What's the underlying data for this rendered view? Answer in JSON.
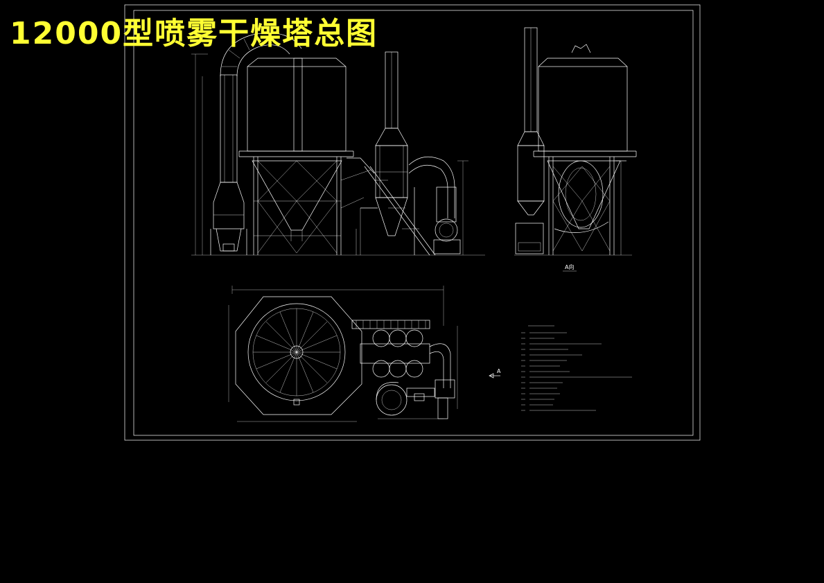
{
  "title": "12000型喷雾干燥塔总图",
  "view_label": "A向",
  "arrow_label": "A",
  "colors": {
    "background": "#000000",
    "title": "#ffff33",
    "lines": "#ffffff"
  }
}
